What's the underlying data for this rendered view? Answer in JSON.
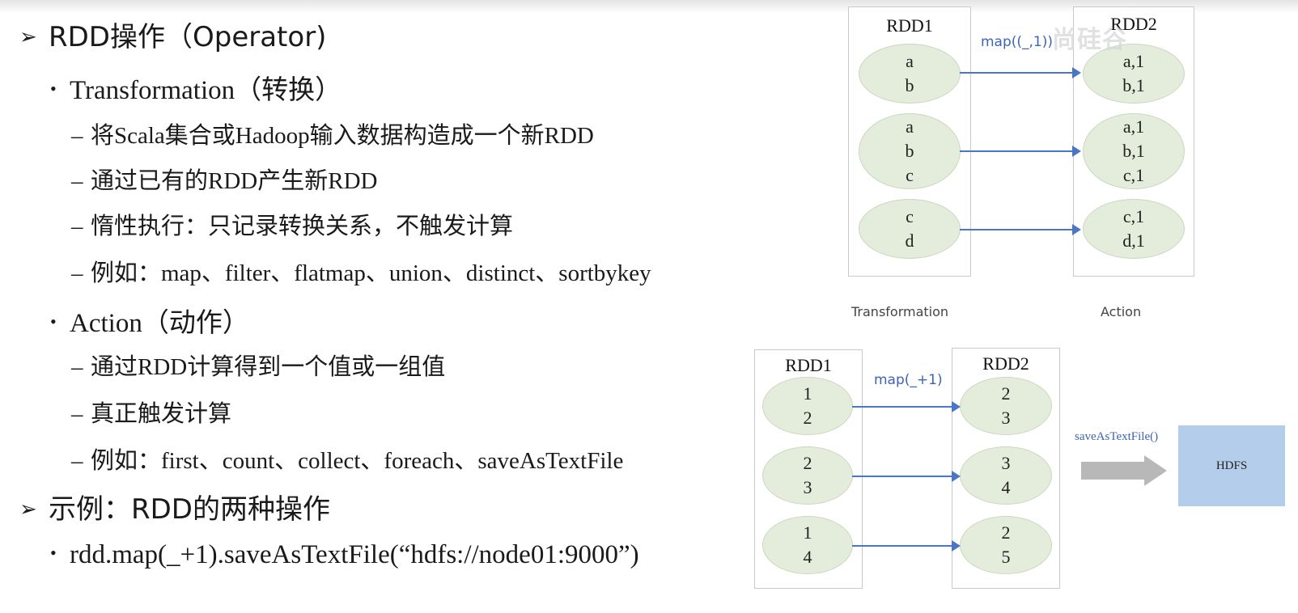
{
  "slide": {
    "heading1": "RDD操作（Operator)",
    "transformation_title": "Transformation（转换）",
    "transformation_items": [
      "将Scala集合或Hadoop输入数据构造成一个新RDD",
      "通过已有的RDD产生新RDD",
      "惰性执行：只记录转换关系，不触发计算",
      "例如：map、filter、flatmap、union、distinct、sortbykey"
    ],
    "action_title": "Action（动作）",
    "action_items": [
      "通过RDD计算得到一个值或一组值",
      "真正触发计算",
      "例如：first、count、collect、foreach、saveAsTextFile"
    ],
    "heading2": "示例：RDD的两种操作",
    "example_code": "rdd.map(_+1).saveAsTextFile(“hdfs://node01:9000”)"
  },
  "diagram_top": {
    "left_title": "RDD1",
    "right_title": "RDD2",
    "op_label": "map((_,1))",
    "left_partitions": [
      [
        "a",
        "b"
      ],
      [
        "a",
        "b",
        "c"
      ],
      [
        "c",
        "d"
      ]
    ],
    "right_partitions": [
      [
        "a,1",
        "b,1"
      ],
      [
        "a,1",
        "b,1",
        "c,1"
      ],
      [
        "c,1",
        "d,1"
      ]
    ],
    "caption_left": "Transformation",
    "caption_right": "Action"
  },
  "diagram_bottom": {
    "left_title": "RDD1",
    "right_title": "RDD2",
    "op_label": "map(_+1)",
    "left_partitions": [
      [
        "1",
        "2"
      ],
      [
        "2",
        "3"
      ],
      [
        "1",
        "4"
      ]
    ],
    "right_partitions": [
      [
        "2",
        "3"
      ],
      [
        "3",
        "4"
      ],
      [
        "2",
        "5"
      ]
    ],
    "save_label": "saveAsTextFile()",
    "target_label": "HDFS"
  },
  "watermark": "尚硅谷",
  "colors": {
    "ellipse_fill": "#e4ecdb",
    "arrow": "#4a76c8",
    "hdfs_fill": "#b3cdea",
    "big_arrow": "#b8b8b8"
  },
  "icons": {
    "level1_bullet": "right-arrow-bullet",
    "level2_bullet": "dot-bullet"
  }
}
